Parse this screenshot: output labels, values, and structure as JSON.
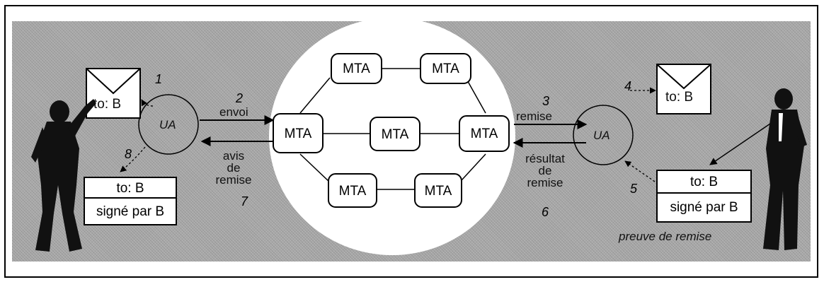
{
  "mta_label": "MTA",
  "ua_label": "UA",
  "envelope_left": {
    "address": "to: B"
  },
  "envelope_right": {
    "address": "to: B"
  },
  "signed_box_left": {
    "address": "to: B",
    "signature": "signé par B"
  },
  "signed_box_right": {
    "address": "to: B",
    "signature": "signé par B"
  },
  "labels": {
    "envoi": "envoi",
    "avis": [
      "avis",
      "de",
      "remise"
    ],
    "remise": "remise",
    "resultat": [
      "résultat",
      "de",
      "remise"
    ],
    "preuve": "preuve de remise"
  },
  "step_numbers": {
    "left_top": "1",
    "left_bottom": "8",
    "envoi": "2",
    "avis": "7",
    "remise": "3",
    "resultat": "6",
    "right_top": "4",
    "right_bottom": "5"
  },
  "colors": {
    "panel": "#a9a9a9",
    "ellipse": "#ffffff",
    "silhouette": "#111111"
  }
}
